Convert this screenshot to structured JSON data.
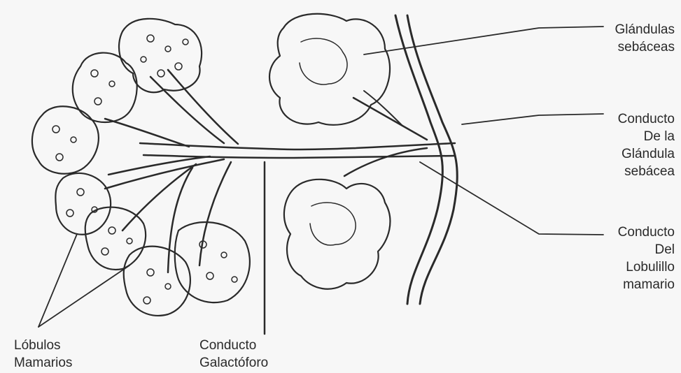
{
  "labels": {
    "glandulas": [
      "Glándulas",
      "sebáceas"
    ],
    "conducto_glandula": [
      "Conducto",
      "De la",
      "Glándula",
      "sebácea"
    ],
    "conducto_lobulillo": [
      "Conducto",
      "Del",
      "Lobulillo",
      "mamario"
    ],
    "lobulos": [
      "Lóbulos",
      "Mamarios"
    ],
    "galactoforo": [
      "Conducto",
      "Galactóforo"
    ]
  },
  "colors": {
    "ink": "#2a2a2a",
    "background": "#f7f7f7"
  }
}
